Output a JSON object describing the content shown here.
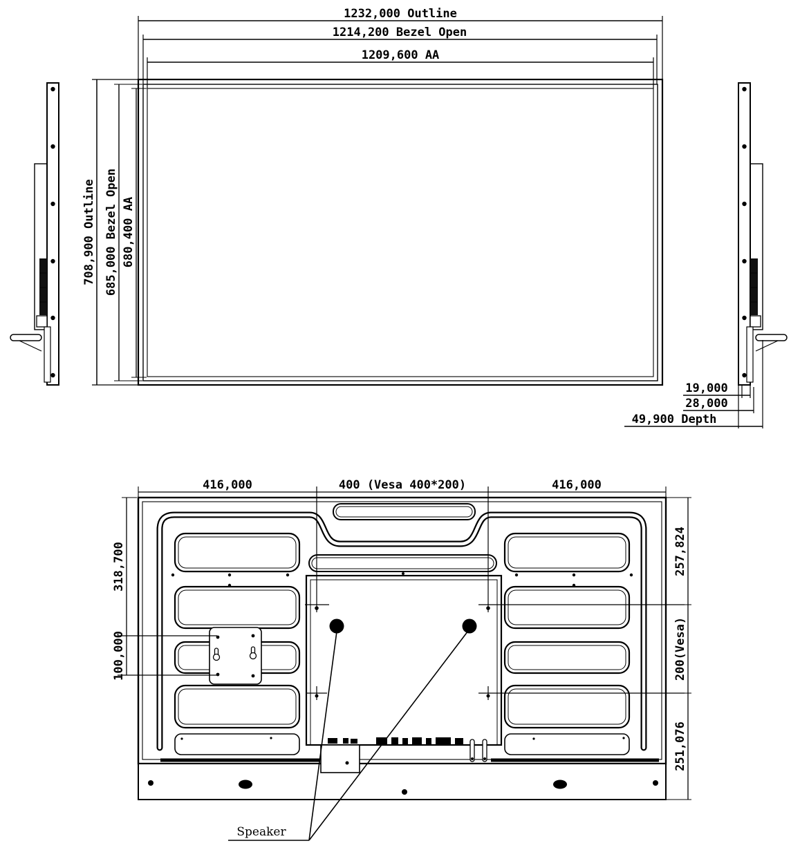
{
  "drawing": {
    "type": "display-panel-mechanical-drawing",
    "line_color": "#000000",
    "background": "#ffffff"
  },
  "dims": {
    "front_top": [
      "1232,000 Outline",
      "1214,200 Bezel Open",
      "1209,600 AA"
    ],
    "front_left": [
      "708,900 Outline",
      "685,000 Bezel Open",
      "680,400 AA"
    ],
    "side_depth": [
      "19,000",
      "28,000",
      "49,900 Depth"
    ],
    "rear_top": [
      "416,000",
      "400 (Vesa 400*200)",
      "416,000"
    ],
    "rear_left": [
      "318,700",
      "100,000"
    ],
    "rear_right": [
      "257,824",
      "200(Vesa)",
      "251,076"
    ],
    "speaker": "Speaker"
  }
}
